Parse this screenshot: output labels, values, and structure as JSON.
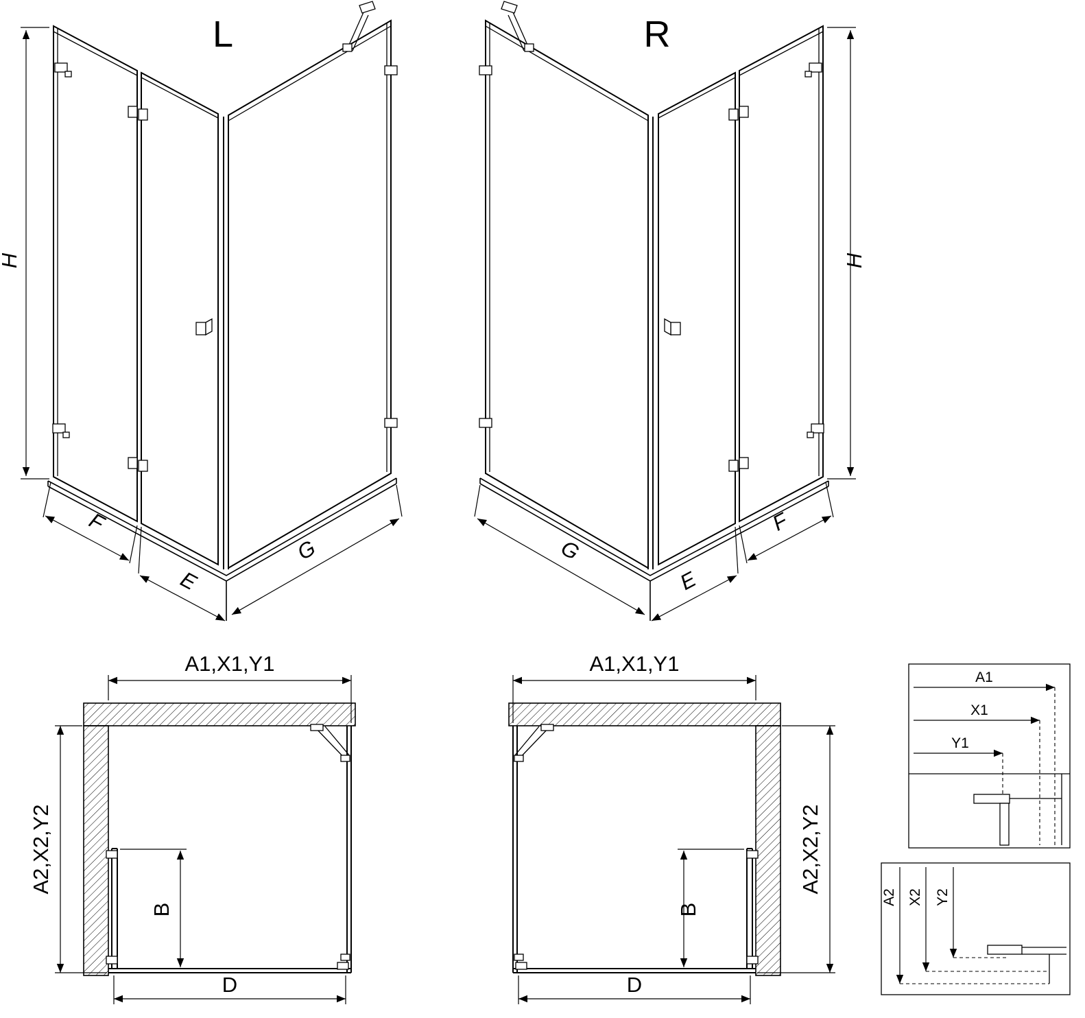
{
  "views": {
    "left_3d": {
      "variant_label": "L",
      "height_label": "H",
      "fixed_panel_label": "F",
      "door_label": "E",
      "side_panel_label": "G"
    },
    "right_3d": {
      "variant_label": "R",
      "height_label": "H",
      "fixed_panel_label": "F",
      "door_label": "E",
      "side_panel_label": "G"
    },
    "left_plan": {
      "top_dim_label": "A1,X1,Y1",
      "side_dim_label": "A2,X2,Y2",
      "door_width_label": "B",
      "bottom_dim_label": "D"
    },
    "right_plan": {
      "top_dim_label": "A1,X1,Y1",
      "side_dim_label": "A2,X2,Y2",
      "door_width_label": "B",
      "bottom_dim_label": "D"
    },
    "detail_width": {
      "rows": [
        "A1",
        "X1",
        "Y1"
      ]
    },
    "detail_depth": {
      "rows": [
        "A2",
        "X2",
        "Y2"
      ]
    }
  },
  "colors": {
    "line": "#000000",
    "background": "#ffffff"
  }
}
